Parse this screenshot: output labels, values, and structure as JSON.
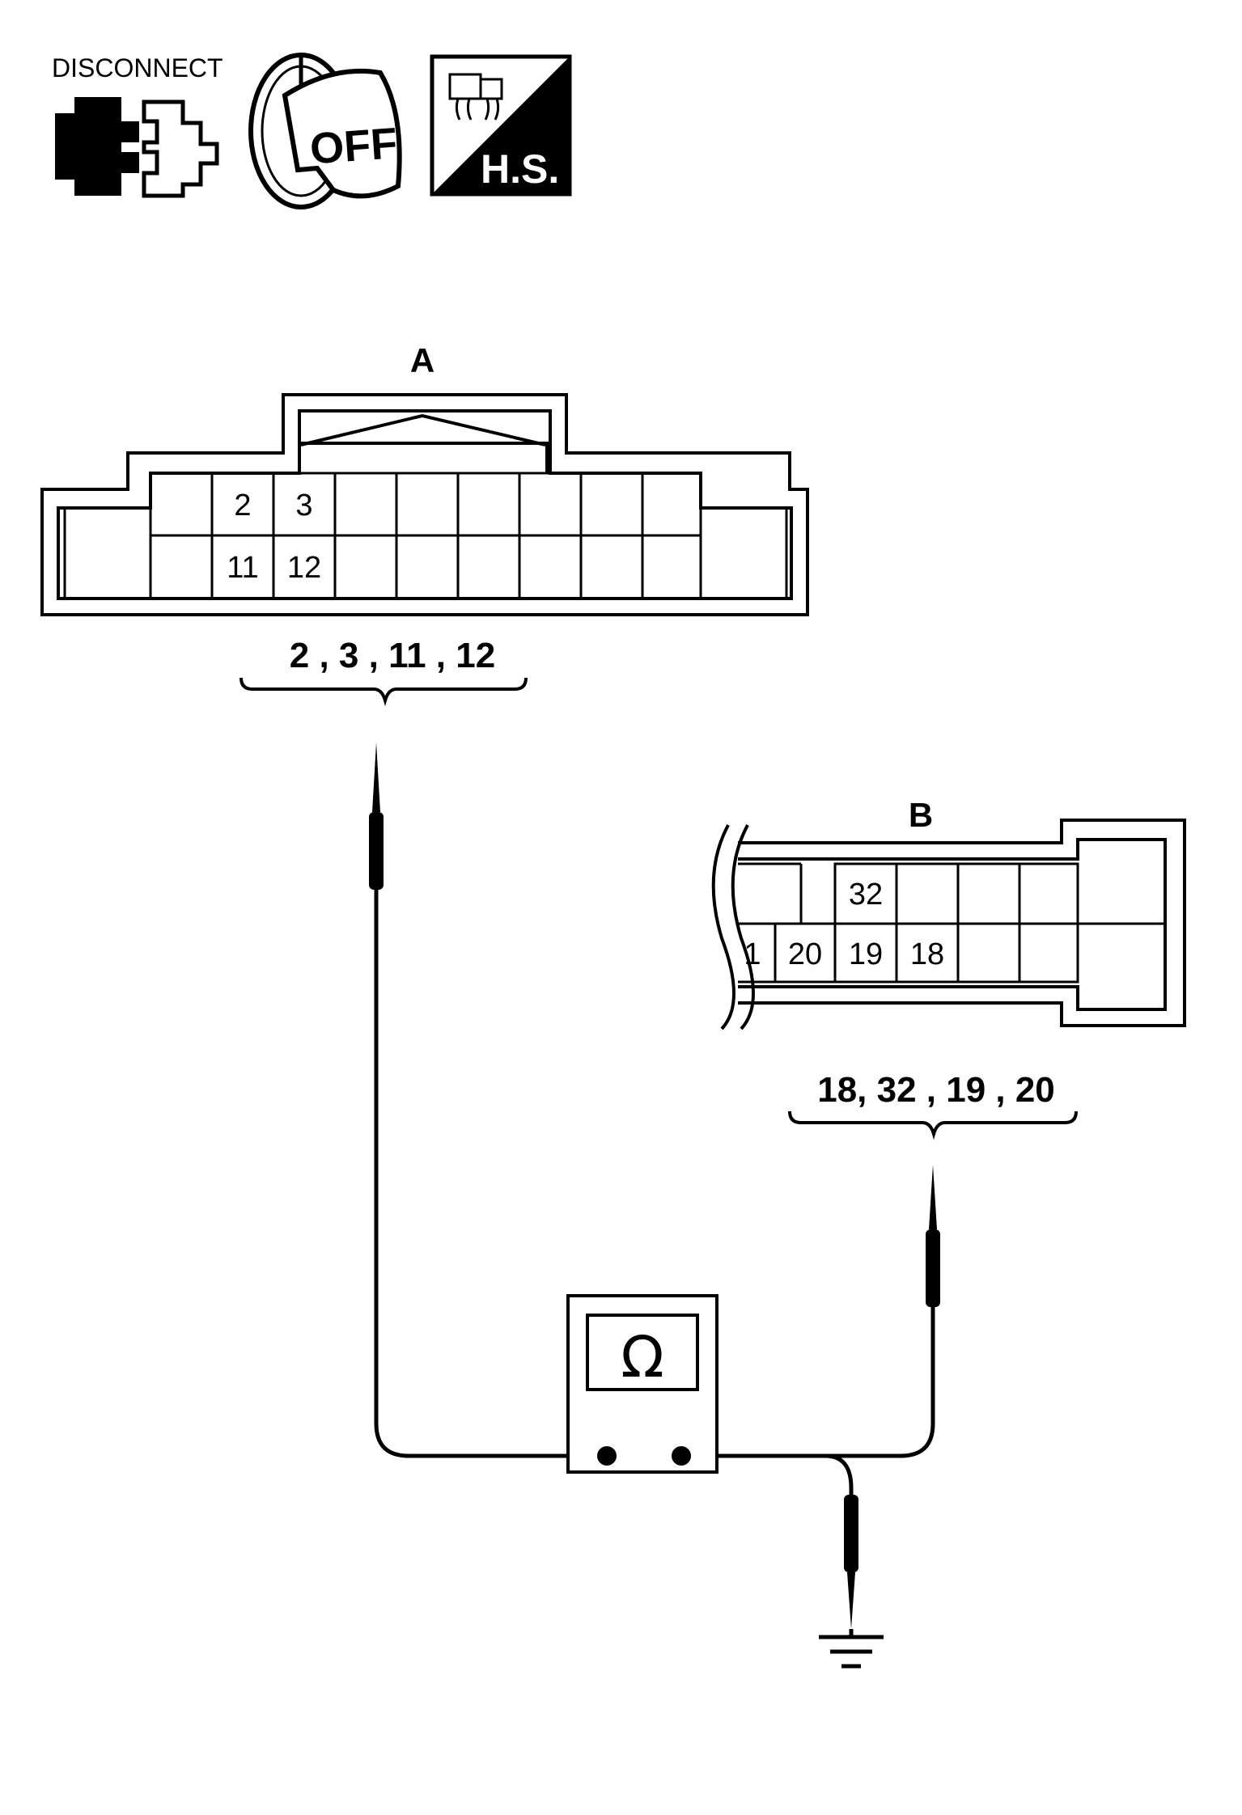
{
  "icons": {
    "disconnect_label": "DISCONNECT",
    "ignition_label": "OFF",
    "harness_side_label": "H.S."
  },
  "connector_a": {
    "label": "A",
    "pins_top": [
      "2",
      "3"
    ],
    "pins_bottom": [
      "11",
      "12"
    ],
    "terminals": "2 ,  3 , 11 , 12"
  },
  "connector_b": {
    "label": "B",
    "pin_top": "32",
    "pins_bottom": [
      "1",
      "20",
      "19",
      "18"
    ],
    "terminals": "18,  32 , 19 , 20"
  },
  "meter": {
    "symbol": "Ω",
    "icon": "ohmmeter-icon"
  },
  "ground": {
    "icon": "ground-symbol-icon"
  }
}
